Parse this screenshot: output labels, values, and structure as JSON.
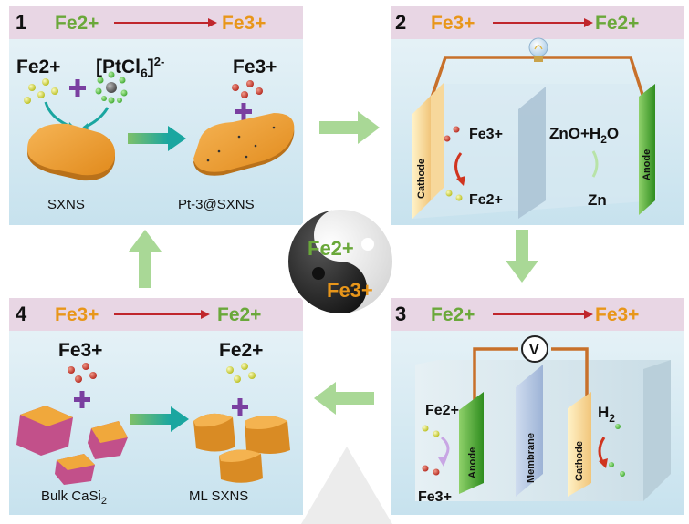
{
  "panel1": {
    "number": "1",
    "header_from": "Fe2+",
    "header_to": "Fe3+",
    "reactant_fe": "Fe2+",
    "reactant_pt_main": "[PtCl",
    "reactant_pt_sub": "6",
    "reactant_pt_tail": "]",
    "reactant_pt_sup": "2-",
    "product_fe": "Fe3+",
    "label_left": "SXNS",
    "label_right": "Pt-3@SXNS"
  },
  "panel2": {
    "number": "2",
    "header_from": "Fe3+",
    "header_to": "Fe2+",
    "fe3": "Fe3+",
    "fe2": "Fe2+",
    "zno": "ZnO+H",
    "zno_sub": "2",
    "zno_tail": "O",
    "zn": "Zn",
    "cathode": "Cathode",
    "anode": "Anode"
  },
  "center": {
    "top": "Fe2+",
    "bottom": "Fe3+"
  },
  "panel3": {
    "number": "3",
    "header_from": "Fe2+",
    "header_to": "Fe3+",
    "voltmeter": "V",
    "fe2": "Fe2+",
    "fe3": "Fe3+",
    "anode": "Anode",
    "membrane": "Membrane",
    "cathode": "Cathode",
    "h2": "H",
    "h2_sub": "2"
  },
  "panel4": {
    "number": "4",
    "header_from": "Fe3+",
    "header_to": "Fe2+",
    "fe3": "Fe3+",
    "fe2": "Fe2+",
    "label_left": "Bulk CaSi",
    "label_left_sub": "2",
    "label_right": "ML SXNS"
  },
  "colors": {
    "fe2_green": "#6aa83a",
    "fe3_orange": "#e8961a",
    "header_bg": "#e8d6e4",
    "panel_bg": "#d3e9f1",
    "arrow_red": "#c0262c",
    "flow_green": "#9fd08a",
    "plus_purple": "#7a3fa0"
  }
}
